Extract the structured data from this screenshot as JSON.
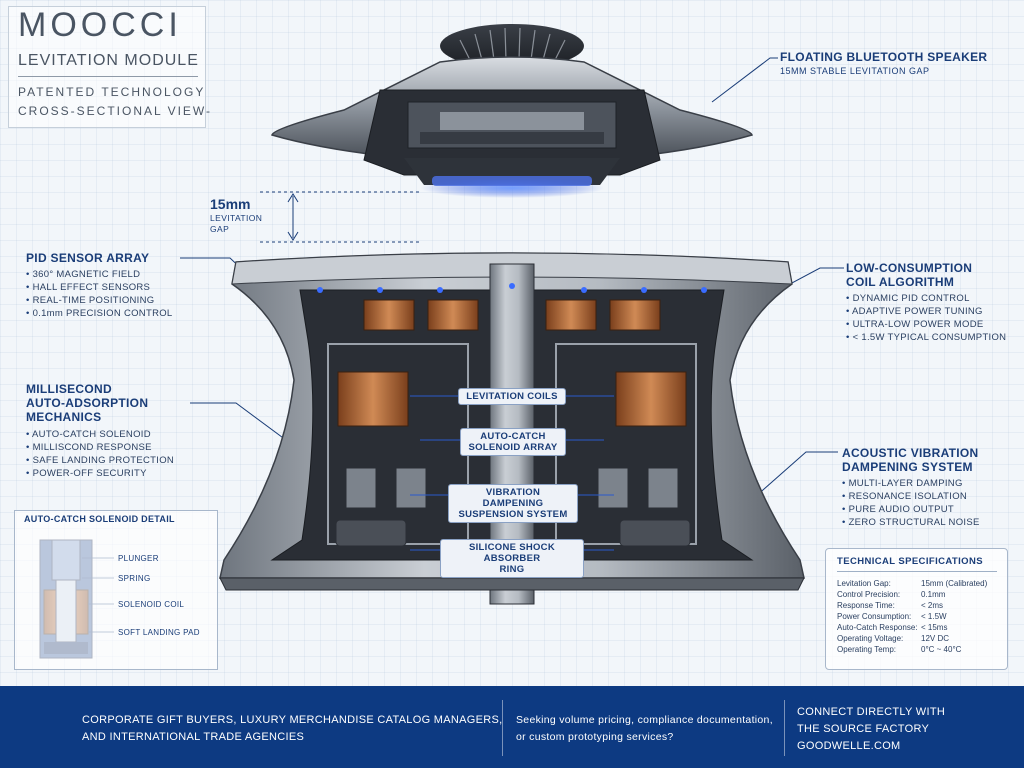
{
  "brand": {
    "logo": "MOOCCI",
    "product": "LEVITATION MODULE",
    "tagline_1": "PATENTED TECHNOLOGY",
    "tagline_2": "CROSS-SECTIONAL VIEW-"
  },
  "gap": {
    "value": "15mm",
    "label_1": "LEVITATION",
    "label_2": "GAP"
  },
  "callouts": {
    "speaker": {
      "title": "FLOATING BLUETOOTH SPEAKER",
      "subtitle": "15MM STABLE LEVITATION GAP"
    },
    "pid": {
      "title": "PID SENSOR ARRAY",
      "items": [
        "360° MAGNETIC FIELD",
        "HALL EFFECT SENSORS",
        "REAL-TIME POSITIONING",
        "0.1mm PRECISION CONTROL"
      ]
    },
    "coil": {
      "title_1": "LOW-CONSUMPTION",
      "title_2": "COIL ALGORITHM",
      "items": [
        "DYNAMIC PID CONTROL",
        "ADAPTIVE POWER TUNING",
        "ULTRA-LOW POWER MODE",
        "< 1.5W TYPICAL CONSUMPTION"
      ]
    },
    "mechanics": {
      "title_1": "MILLISECOND",
      "title_2": "AUTO-ADSORPTION",
      "title_3": "MECHANICS",
      "items": [
        "AUTO-CATCH SOLENOID",
        "MILLISCOND RESPONSE",
        "SAFE LANDING PROTECTION",
        "POWER-OFF SECURITY"
      ]
    },
    "acoustic": {
      "title_1": "ACOUSTIC VIBRATION",
      "title_2": "DAMPENING SYSTEM",
      "items": [
        "MULTI-LAYER DAMPING",
        "RESONANCE ISOLATION",
        "PURE AUDIO OUTPUT",
        "ZERO STRUCTURAL NOISE"
      ]
    }
  },
  "diagram_labels": {
    "coils": "LEVITATION COILS",
    "solenoid_1": "AUTO-CATCH",
    "solenoid_2": "SOLENOID ARRAY",
    "vibration_1": "VIBRATION DAMPENING",
    "vibration_2": "SUSPENSION SYSTEM",
    "silicone_1": "SILICONE SHOCK ABSORBER",
    "silicone_2": "RING"
  },
  "solenoid_detail": {
    "title": "AUTO-CATCH SOLENOID DETAIL",
    "labels": [
      "PLUNGER",
      "SPRING",
      "SOLENOID COIL",
      "SOFT LANDING PAD"
    ]
  },
  "specs": {
    "title": "TECHNICAL SPECIFICATIONS",
    "rows": [
      {
        "label": "Levitation Gap:",
        "value": "15mm (Calibrated)"
      },
      {
        "label": "Control Precision:",
        "value": "0.1mm"
      },
      {
        "label": "Response Time:",
        "value": "< 2ms"
      },
      {
        "label": "Power Consumption:",
        "value": "< 1.5W"
      },
      {
        "label": "Auto-Catch Response:",
        "value": "< 15ms"
      },
      {
        "label": "Operating Voltage:",
        "value": "12V DC"
      },
      {
        "label": "Operating Temp:",
        "value": "0°C ~ 40°C"
      }
    ]
  },
  "footer": {
    "col1_line1": "CORPORATE GIFT BUYERS, LUXURY MERCHANDISE CATALOG MANAGERS,",
    "col1_line2": "AND INTERNATIONAL TRADE AGENCIES",
    "col2_line1": "Seeking volume pricing, compliance documentation,",
    "col2_line2": "or custom prototyping services?",
    "col3_line1": "CONNECT DIRECTLY WITH",
    "col3_line2": "THE SOURCE FACTORY",
    "col3_line3": "GOODWELLE.COM"
  },
  "colors": {
    "accent": "#1a3d78",
    "footer": "#0d3a82",
    "glow": "#3a6cff",
    "copper": "#b66a3a"
  }
}
